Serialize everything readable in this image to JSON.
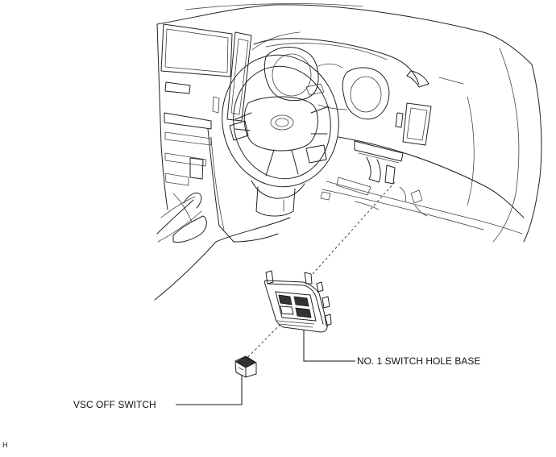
{
  "labels": {
    "switch_hole_base": "NO. 1 SWITCH HOLE BASE",
    "vsc_off_switch": "VSC OFF SWITCH",
    "corner_code": "H"
  }
}
